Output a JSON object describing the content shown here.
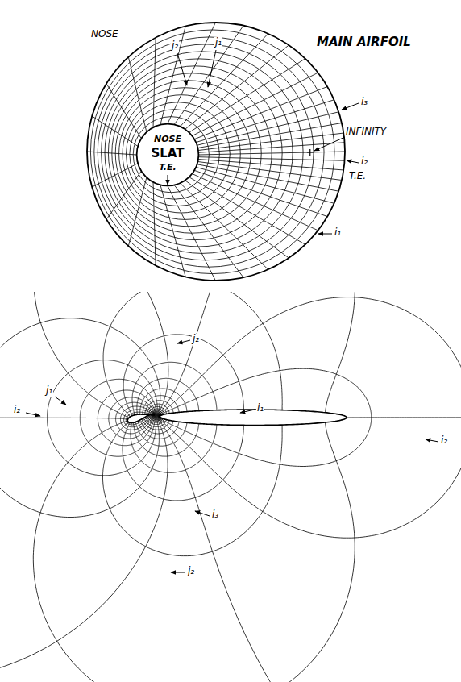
{
  "diagram": {
    "labels": [
      "NOSE",
      "MAIN AIRFOIL",
      "j₂",
      "j₁",
      "i₃",
      "INFINITY",
      "i₂",
      "T.E.",
      "NOSE",
      "SLAT",
      "T.E.",
      "i₁",
      "j₂",
      "j₁",
      "i₂",
      "i₁",
      "i₃",
      "j₂",
      "i₂"
    ]
  }
}
